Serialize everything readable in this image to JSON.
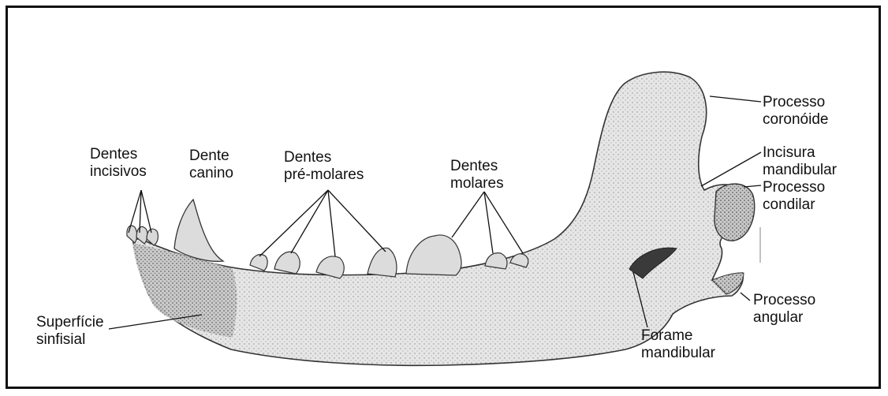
{
  "labels": {
    "incisivos": [
      "Dentes",
      "incisivos"
    ],
    "canino": [
      "Dente",
      "canino"
    ],
    "premolares": [
      "Dentes",
      "pré-molares"
    ],
    "molares": [
      "Dentes",
      "molares"
    ],
    "coronoide": [
      "Processo",
      "coronóide"
    ],
    "incisura": [
      "Incisura",
      "mandibular"
    ],
    "condilar": [
      "Processo",
      "condilar"
    ],
    "angular": [
      "Processo",
      "angular"
    ],
    "forame": [
      "Forame",
      "mandibular"
    ],
    "sinfisial": [
      "Superfície",
      "sinfisial"
    ]
  },
  "colors": {
    "bone": "#e4e4e4",
    "outline": "#222222",
    "shade": "#9a9a9a"
  }
}
